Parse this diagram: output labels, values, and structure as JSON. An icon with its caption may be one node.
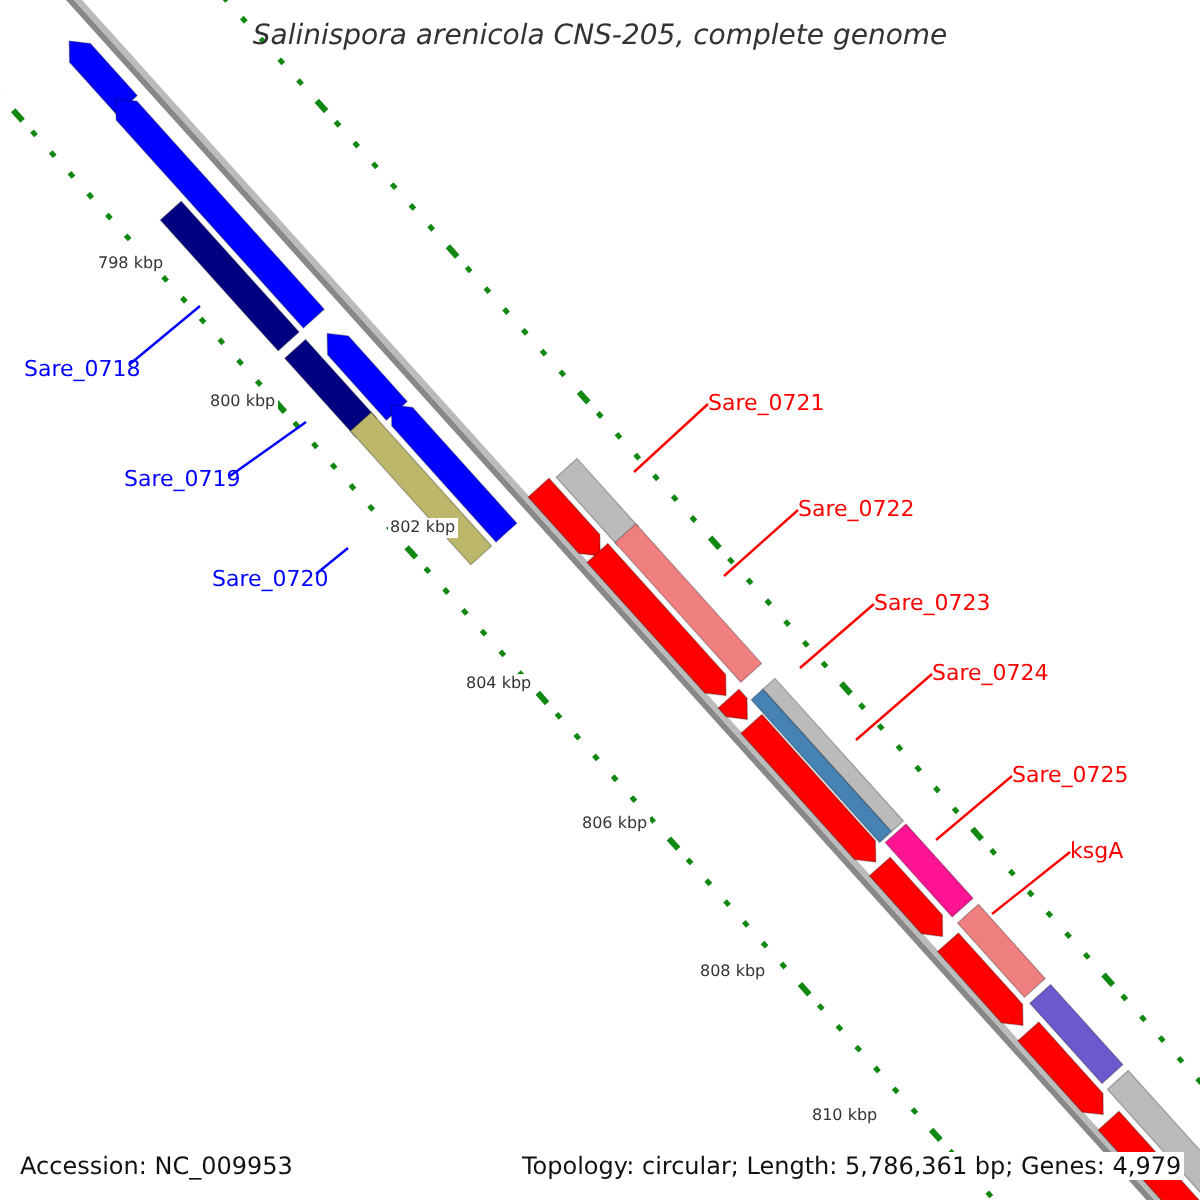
{
  "diagram": {
    "title": "Salinispora arenicola CNS-205, complete genome",
    "nodes": [
      {
        "text": [
          "Sare_0718"
        ]
      },
      {
        "text": [
          "Sare_0719"
        ]
      },
      {
        "text": [
          "Sare_0720"
        ]
      },
      {
        "text": [
          "Sare_0721"
        ]
      },
      {
        "text": [
          "Sare_0722"
        ]
      },
      {
        "text": [
          "Sare_0723"
        ]
      },
      {
        "text": [
          "Sare_0724"
        ]
      },
      {
        "text": [
          "Sare_0725"
        ]
      },
      {
        "text": [
          "ksgA"
        ]
      }
    ],
    "edges": [
      {
        "from": 0,
        "to": null,
        "arrow": "none",
        "color": "#0000ff"
      },
      {
        "from": 1,
        "to": null,
        "arrow": "none",
        "color": "#0000ff"
      },
      {
        "from": 2,
        "to": null,
        "arrow": "none",
        "color": "#0000ff"
      },
      {
        "from": 3,
        "to": null,
        "arrow": "none"
      },
      {
        "from": 4,
        "to": null,
        "arrow": "none"
      },
      {
        "from": 5,
        "to": null,
        "arrow": "none"
      },
      {
        "from": 6,
        "to": null,
        "arrow": "none"
      },
      {
        "from": 7,
        "to": null,
        "arrow": "none"
      },
      {
        "from": 8,
        "to": null,
        "arrow": "none"
      }
    ],
    "labels": [
      "798 kbp",
      "800 kbp",
      "802 kbp",
      "804 kbp",
      "806 kbp",
      "808 kbp",
      "810 kbp",
      "Accession: NC_009953",
      "Topology: circular; Length: 5,786,361 bp; Genes: 4,979"
    ]
  }
}
